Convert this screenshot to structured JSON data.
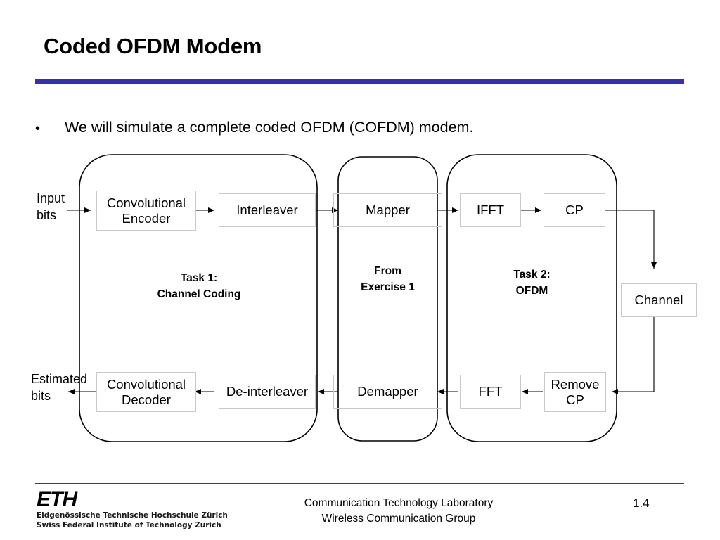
{
  "slide": {
    "title": "Coded OFDM Modem",
    "accent_color": "#3330b8",
    "bullet_marker": "•",
    "bullet_text": "We will simulate a complete coded OFDM (COFDM) modem."
  },
  "diagram": {
    "edge_labels": {
      "input": "Input\nbits",
      "output": "Estimated\nbits"
    },
    "groups": [
      {
        "id": "task1",
        "label": "Task 1:\nChannel Coding"
      },
      {
        "id": "exercise1",
        "label": "From\nExercise 1"
      },
      {
        "id": "task2",
        "label": "Task 2:\nOFDM"
      }
    ],
    "blocks": {
      "convolutional_encoder": "Convolutional\nEncoder",
      "interleaver": "Interleaver",
      "mapper": "Mapper",
      "ifft": "IFFT",
      "cp": "CP",
      "channel": "Channel",
      "remove_cp": "Remove\nCP",
      "fft": "FFT",
      "demapper": "Demapper",
      "de_interleaver": "De-interleaver",
      "convolutional_decoder": "Convolutional\nDecoder"
    }
  },
  "footer": {
    "logo_mark": "ETH",
    "logo_line_de": "Eidgenössische Technische Hochschule Zürich",
    "logo_line_en": "Swiss Federal Institute of Technology Zurich",
    "center_line1": "Communication Technology Laboratory",
    "center_line2": "Wireless Communication Group",
    "page_number": "1.4"
  }
}
